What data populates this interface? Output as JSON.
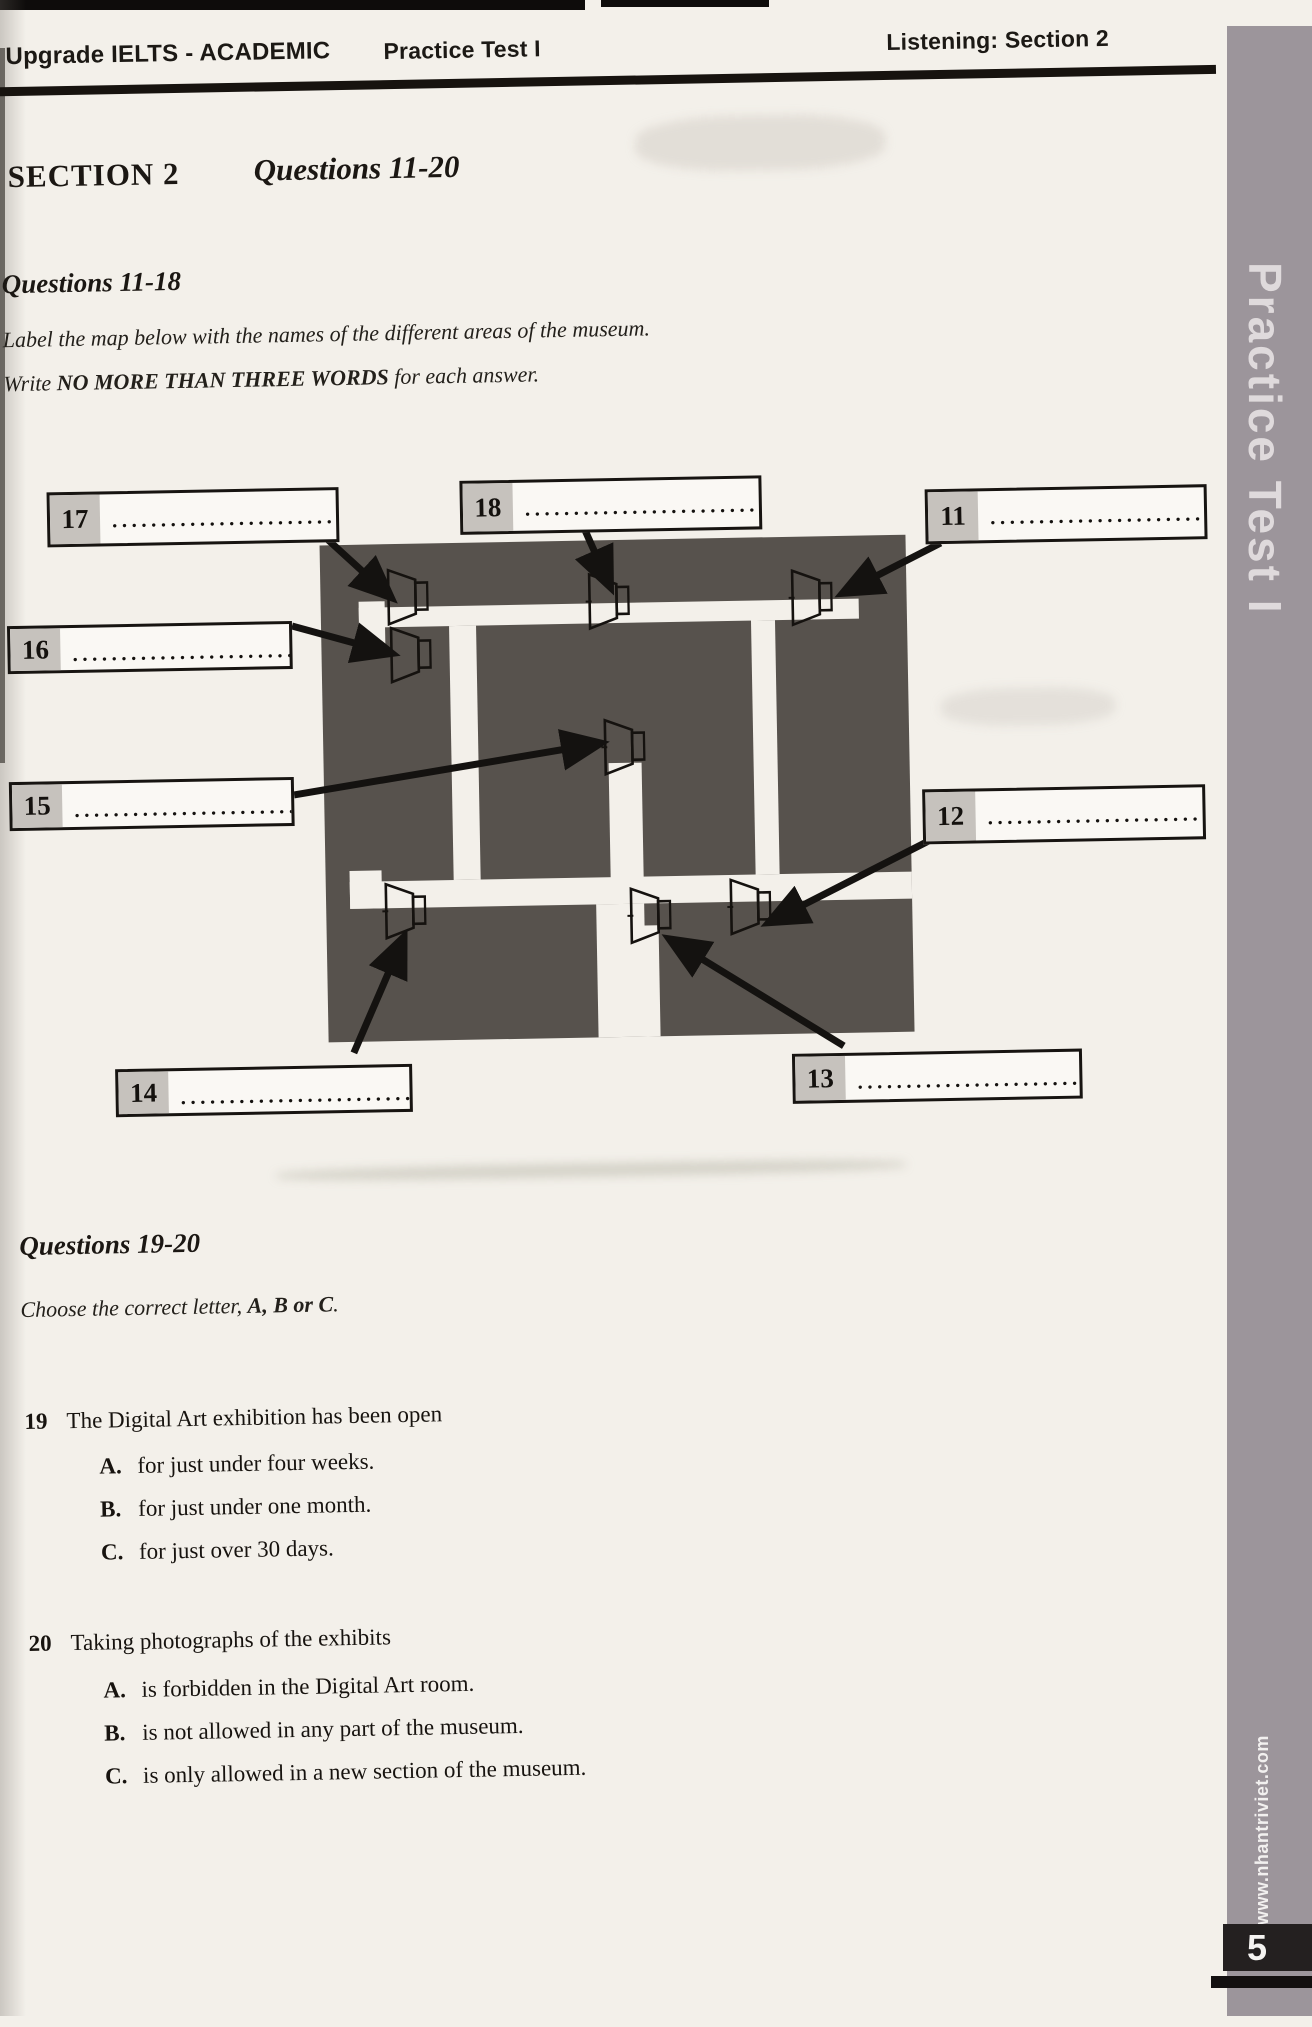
{
  "header": {
    "book_title": "Upgrade IELTS - ACADEMIC",
    "test_title": "Practice Test I",
    "section_title": "Listening: Section 2"
  },
  "section_heading": {
    "label": "SECTION 2",
    "range": "Questions 11-20"
  },
  "map_task": {
    "heading": "Questions 11-18",
    "instruction_1": "Label the map below with the names of the different areas of the museum.",
    "instruction_2_prefix": "Write ",
    "instruction_2_bold": "NO MORE THAN THREE WORDS",
    "instruction_2_suffix": " for each answer.",
    "dots": "....................................",
    "labels": [
      {
        "number": "17"
      },
      {
        "number": "18"
      },
      {
        "number": "11"
      },
      {
        "number": "16"
      },
      {
        "number": "15"
      },
      {
        "number": "12"
      },
      {
        "number": "14"
      },
      {
        "number": "13"
      }
    ]
  },
  "mc_task": {
    "heading": "Questions 19-20",
    "instruction_prefix": "Choose the correct letter, ",
    "instruction_bold": "A, B or C",
    "instruction_suffix": ".",
    "questions": [
      {
        "number": "19",
        "text": "The Digital Art exhibition has been open",
        "options": [
          {
            "letter": "A.",
            "text": "for just under four weeks."
          },
          {
            "letter": "B.",
            "text": "for just under one month."
          },
          {
            "letter": "C.",
            "text": "for just over 30 days."
          }
        ]
      },
      {
        "number": "20",
        "text": "Taking photographs of the exhibits",
        "options": [
          {
            "letter": "A.",
            "text": "is forbidden in the Digital Art room."
          },
          {
            "letter": "B.",
            "text": "is not allowed in any part of the museum."
          },
          {
            "letter": "C.",
            "text": "is only allowed in a new section of the museum."
          }
        ]
      }
    ]
  },
  "sidebar": {
    "tab_text": "Practice Test I",
    "website": "www.nhantriviet.com",
    "page_number": "5"
  },
  "colors": {
    "sidebar_bg": "#9c959b",
    "wall": "#57524d",
    "page_bg": "#f3f0ea",
    "cell": "#c6c2bd"
  }
}
